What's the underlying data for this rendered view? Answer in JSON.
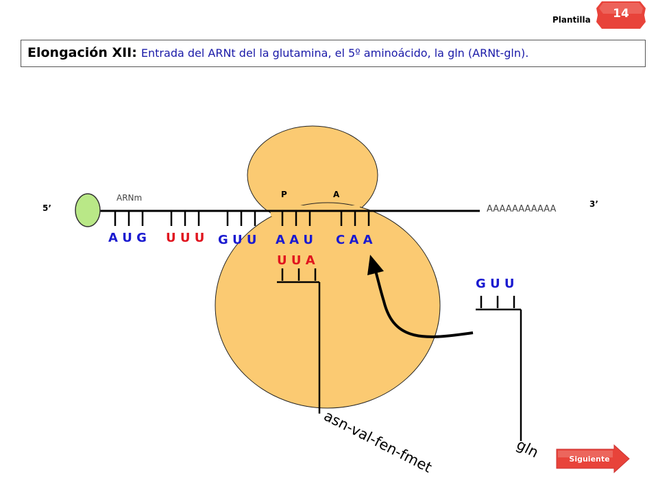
{
  "header": {
    "plantilla_label": "Plantilla",
    "badge_number": "14",
    "title_bold": "Elongación XII:",
    "title_rest": "Entrada del ARNt del la glutamina, el 5º aminoácido, la gln (ARNt-gln)."
  },
  "diagram": {
    "five_prime": "5’",
    "three_prime": "3’",
    "arnm_label": "ARNm",
    "poly_a": "AAAAAAAAAAA",
    "site_p": "P",
    "site_a": "A",
    "codons": [
      {
        "text": "A U G",
        "color": "#1a1ad0"
      },
      {
        "text": "U U U",
        "color": "#e0141e"
      },
      {
        "text": "G U U",
        "color": "#1a1ad0"
      },
      {
        "text": "A A  U",
        "color": "#1a1ad0"
      },
      {
        "text": "C A A",
        "color": "#1a1ad0"
      }
    ],
    "anticodon_p": "U U A",
    "anticodon_incoming": "G U U",
    "peptide_label": "asn-val-fen-fmet",
    "gln_label": "gln"
  },
  "colors": {
    "ribosome": "#fbca72",
    "cap": "#b9e887",
    "blue": "#1a1ad0",
    "red": "#e0141e",
    "badge": "#e8433a"
  },
  "nav": {
    "siguiente_label": "Siguiente"
  }
}
